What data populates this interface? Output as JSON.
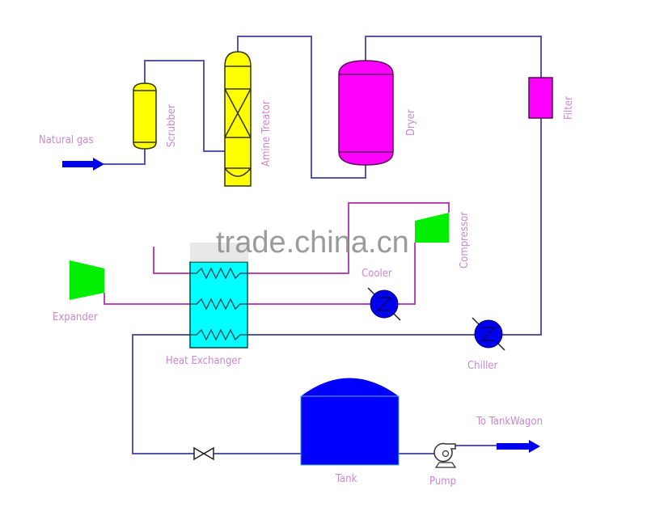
{
  "diagram": {
    "title": "Natural gas liquefaction process flow",
    "labels": {
      "natural_gas": "Natural gas",
      "scrubber": "Scrubber",
      "amine_treator": "Amine Treator",
      "dryer": "Dryer",
      "filter": "Filter",
      "compressor": "Compressor",
      "cooler": "Cooler",
      "expander": "Expander",
      "heat_exchanger": "Heat Exchanger",
      "chiller": "Chiller",
      "tank": "Tank",
      "pump": "Pump",
      "to_tankwagon": "To TankWagon"
    },
    "watermark": "trade.china.cn",
    "colors": {
      "vessel_yellow": "#ffff00",
      "vessel_magenta": "#ff00ff",
      "machine_green": "#00ee00",
      "hx_cyan": "#00ffff",
      "cooler_blue": "#0000ee",
      "tank_blue": "#0000ff",
      "pipe_blue": "#5555aa",
      "pipe_pink": "#bb44bb",
      "label_pink": "#cc88cc"
    }
  }
}
